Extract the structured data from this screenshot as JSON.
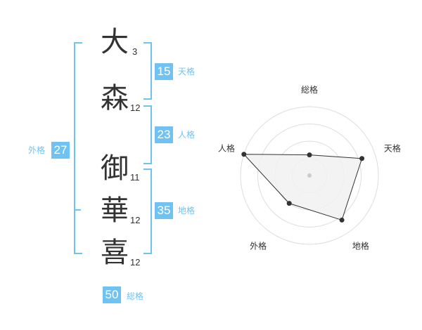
{
  "name_chars": [
    {
      "char": "大",
      "strokes": "3"
    },
    {
      "char": "森",
      "strokes": "12"
    },
    {
      "char": "御",
      "strokes": "11"
    },
    {
      "char": "華",
      "strokes": "12"
    },
    {
      "char": "喜",
      "strokes": "12"
    }
  ],
  "kaku": {
    "ten": {
      "value": "15",
      "label": "天格"
    },
    "jin": {
      "value": "23",
      "label": "人格"
    },
    "chi": {
      "value": "35",
      "label": "地格"
    },
    "gai": {
      "value": "27",
      "label": "外格"
    },
    "sou": {
      "value": "50",
      "label": "総格"
    }
  },
  "radar": {
    "axes": [
      "総格",
      "天格",
      "地格",
      "外格",
      "人格"
    ],
    "values": [
      0.3,
      0.8,
      0.8,
      0.5,
      1.0
    ],
    "levels": 4,
    "colors": {
      "ring": "#dddddd",
      "fill": "#f1f1f1",
      "line": "#333333",
      "point": "#333333",
      "center": "#cccccc"
    }
  },
  "colors": {
    "accent": "#6ec3f4",
    "text": "#333333"
  }
}
